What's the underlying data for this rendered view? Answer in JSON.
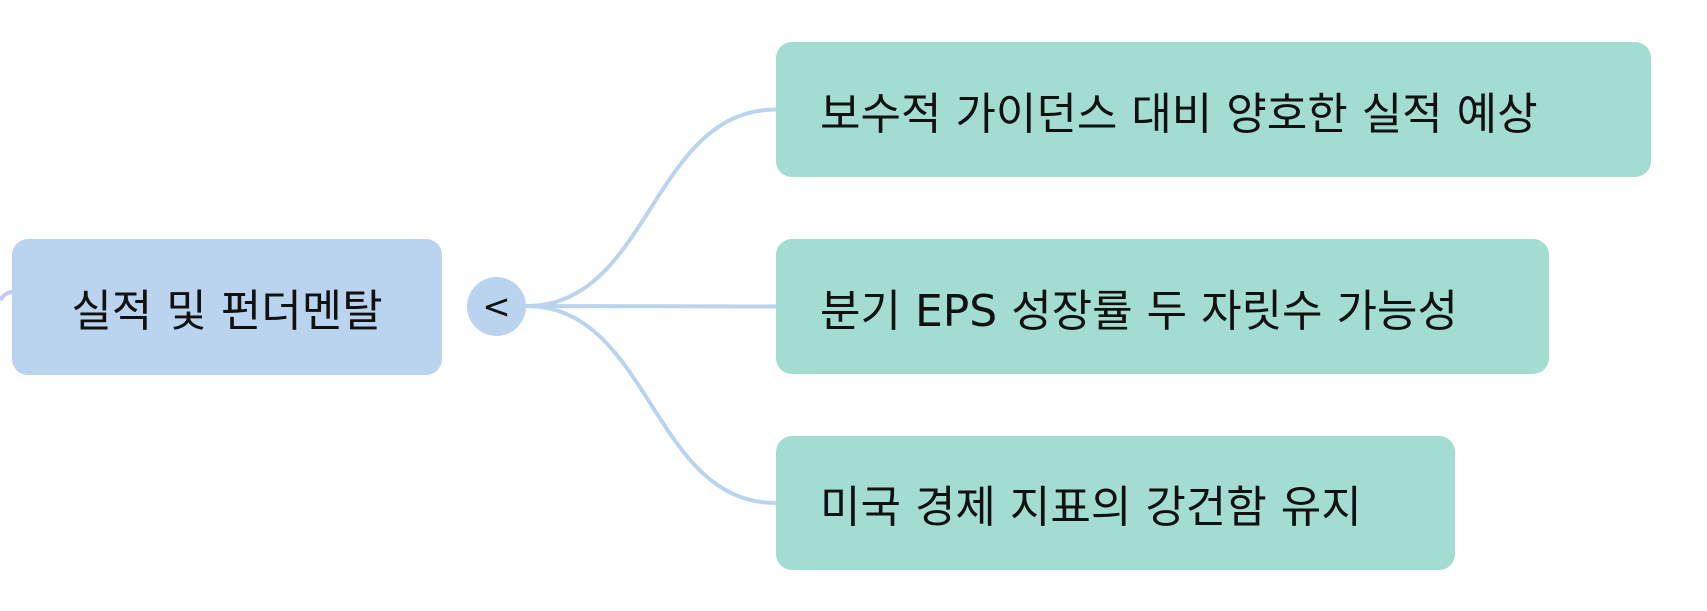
{
  "colors": {
    "root_fill": "#bad4ef",
    "child_fill": "#a3dcd1",
    "link_stroke": "#bad4ef",
    "incoming_link_stroke": "#c7c9f2",
    "text": "#111111"
  },
  "root": {
    "label": "실적 및 펀더멘탈",
    "toggle_icon": "collapse-chevron",
    "toggle_glyph": "<"
  },
  "children": [
    {
      "label": "보수적 가이던스 대비 양호한 실적 예상"
    },
    {
      "label": "분기 EPS 성장률 두 자릿수 가능성"
    },
    {
      "label": "미국 경제 지표의 강건함 유지"
    }
  ]
}
